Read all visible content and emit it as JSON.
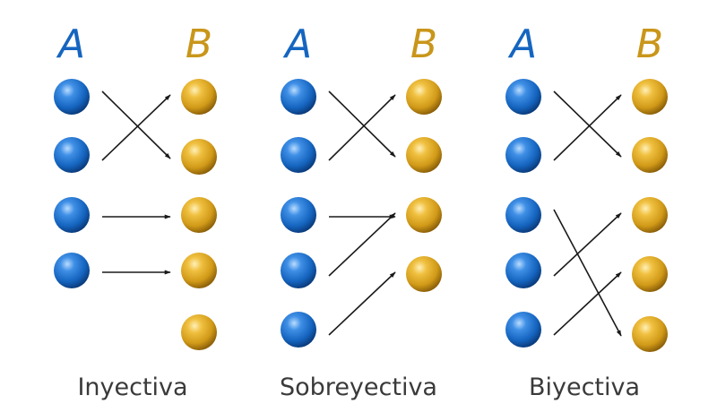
{
  "colors": {
    "set_a": "#1565c0",
    "set_b": "#c9961a",
    "arrow": "#1a1a1a",
    "caption": "#3a3a3a"
  },
  "panels": [
    {
      "set_a_label": "A",
      "set_b_label": "B",
      "caption": "Inyectiva",
      "a_count": 4,
      "b_count": 5,
      "mappings": [
        [
          1,
          2
        ],
        [
          2,
          1
        ],
        [
          3,
          3
        ],
        [
          4,
          4
        ]
      ]
    },
    {
      "set_a_label": "A",
      "set_b_label": "B",
      "caption": "Sobreyectiva",
      "a_count": 5,
      "b_count": 4,
      "mappings": [
        [
          1,
          2
        ],
        [
          2,
          1
        ],
        [
          3,
          3
        ],
        [
          4,
          3
        ],
        [
          5,
          4
        ]
      ]
    },
    {
      "set_a_label": "A",
      "set_b_label": "B",
      "caption": "Biyectiva",
      "a_count": 5,
      "b_count": 5,
      "mappings": [
        [
          1,
          2
        ],
        [
          2,
          1
        ],
        [
          3,
          5
        ],
        [
          4,
          3
        ],
        [
          5,
          4
        ]
      ]
    }
  ]
}
